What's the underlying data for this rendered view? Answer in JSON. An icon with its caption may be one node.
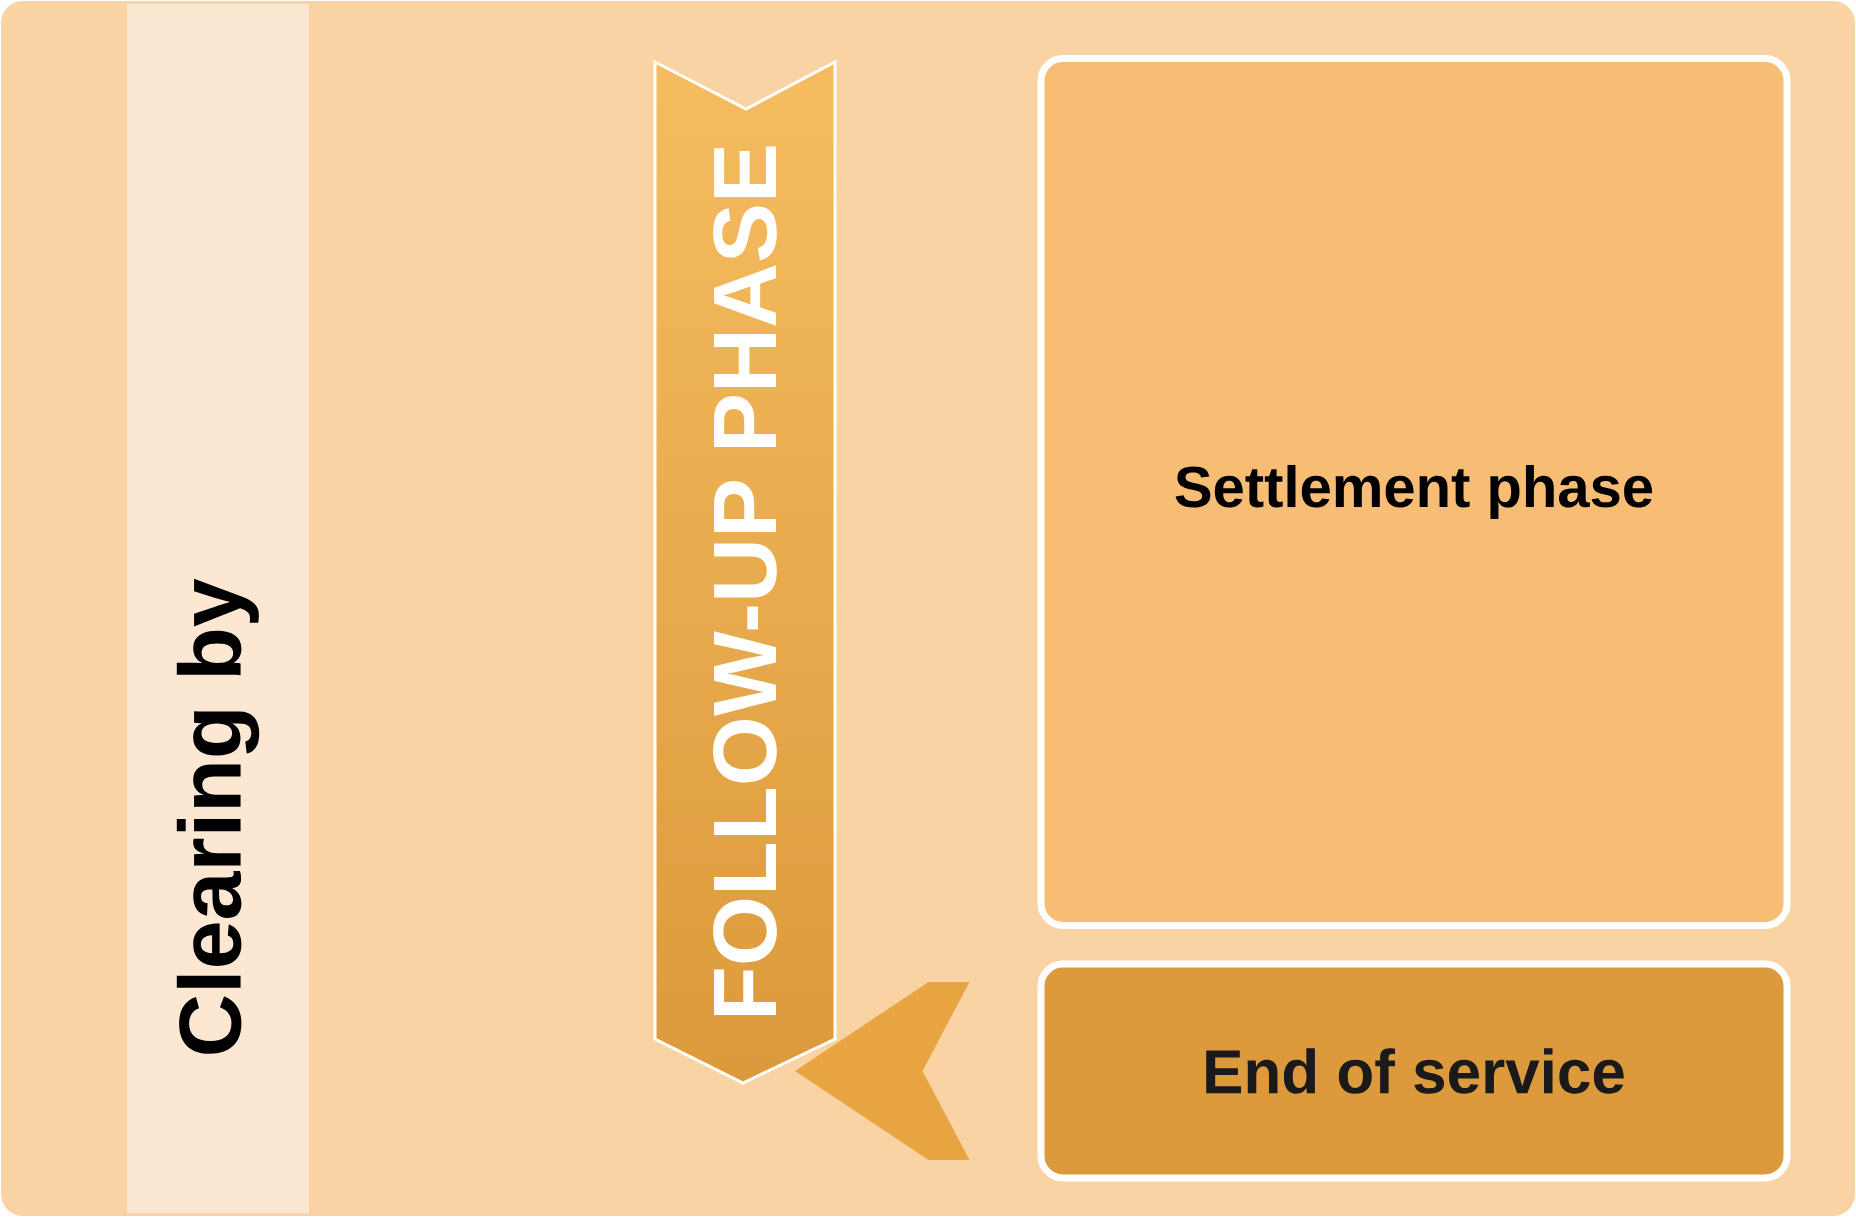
{
  "diagram": {
    "nodes": [
      {
        "text": [
          "Clearing by"
        ]
      },
      {
        "text": [
          "FOLLOW-UP PHASE"
        ]
      },
      {
        "text": [
          "Settlement phase"
        ]
      },
      {
        "text": [
          "End of service"
        ]
      }
    ],
    "edges": [
      {
        "from": 3,
        "to": 1,
        "arrow": "to"
      }
    ]
  }
}
